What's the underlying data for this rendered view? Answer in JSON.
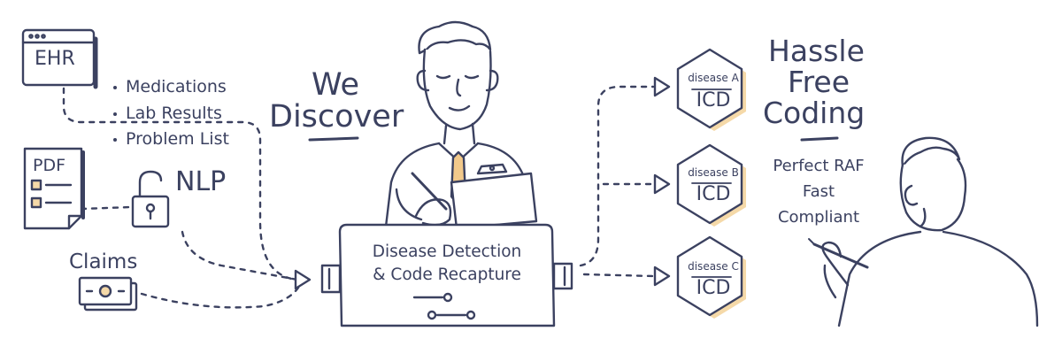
{
  "sources": {
    "ehr": "EHR",
    "pdf": "PDF",
    "nlp": "NLP",
    "claims": "Claims",
    "ehr_items": [
      "Medications",
      "Lab Results",
      "Problem List"
    ]
  },
  "headline": {
    "line1": "We",
    "line2": "Discover"
  },
  "process": {
    "line1": "Disease Detection",
    "line2": "& Code Recapture"
  },
  "outputs": [
    {
      "disease": "disease A",
      "code": "ICD"
    },
    {
      "disease": "disease B",
      "code": "ICD"
    },
    {
      "disease": "disease C",
      "code": "ICD"
    }
  ],
  "result": {
    "line1": "Hassle",
    "line2": "Free",
    "line3": "Coding",
    "benefits": [
      "Perfect RAF",
      "Fast",
      "Compliant"
    ]
  },
  "colors": {
    "ink": "#3b4160",
    "accent": "#f5d9a8",
    "tie": "#f2c98b"
  }
}
